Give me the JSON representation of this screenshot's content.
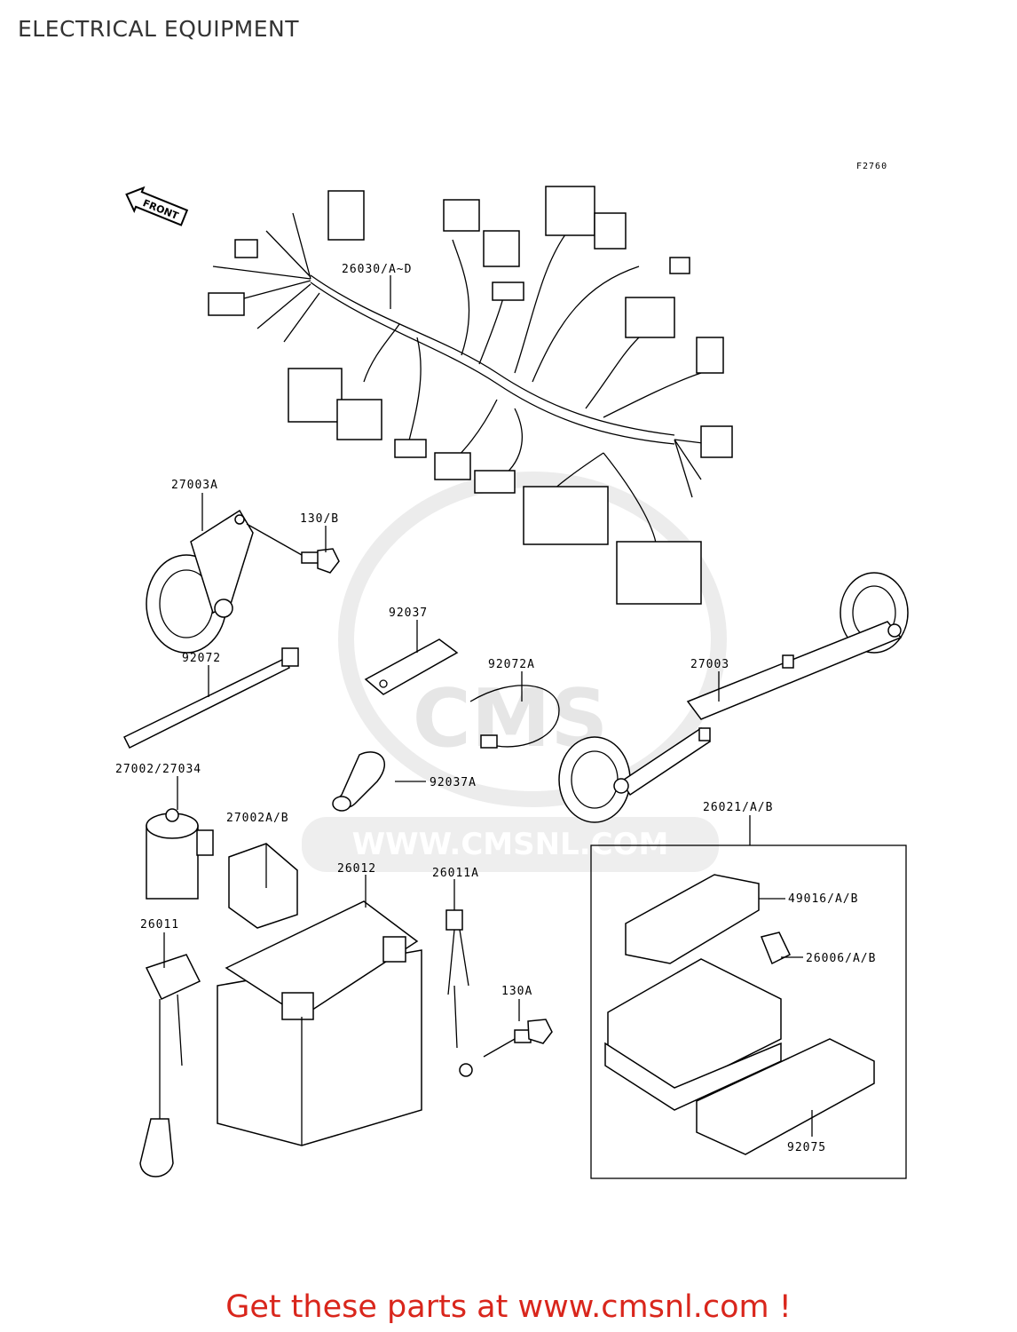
{
  "header": {
    "title": "ELECTRICAL EQUIPMENT"
  },
  "figure_code": "F2760",
  "front_label": "FRONT",
  "watermark": {
    "url": "WWW.CMSNL.COM",
    "logo_text": "CMS"
  },
  "parts": [
    {
      "number": "26030/A~D",
      "name": "wire-harness"
    },
    {
      "number": "27003A",
      "name": "horn-left"
    },
    {
      "number": "130/B",
      "name": "bolt"
    },
    {
      "number": "92037",
      "name": "clamp"
    },
    {
      "number": "92072",
      "name": "band"
    },
    {
      "number": "92072A",
      "name": "band"
    },
    {
      "number": "27003",
      "name": "horn-right"
    },
    {
      "number": "27002/27034",
      "name": "relay"
    },
    {
      "number": "92037A",
      "name": "clamp"
    },
    {
      "number": "27002A/B",
      "name": "relay"
    },
    {
      "number": "26012",
      "name": "battery"
    },
    {
      "number": "26011A",
      "name": "lead"
    },
    {
      "number": "26021/A/B",
      "name": "junction-box"
    },
    {
      "number": "49016/A/B",
      "name": "cover"
    },
    {
      "number": "26006/A/B",
      "name": "fuse"
    },
    {
      "number": "26011",
      "name": "lead"
    },
    {
      "number": "130A",
      "name": "bolt"
    },
    {
      "number": "92075",
      "name": "holder"
    }
  ],
  "footer": {
    "text": "Get these parts at www.cmsnl.com !"
  },
  "colors": {
    "footer": "#d9261c",
    "lines": "#000000",
    "watermark": "#e6e6e6"
  }
}
